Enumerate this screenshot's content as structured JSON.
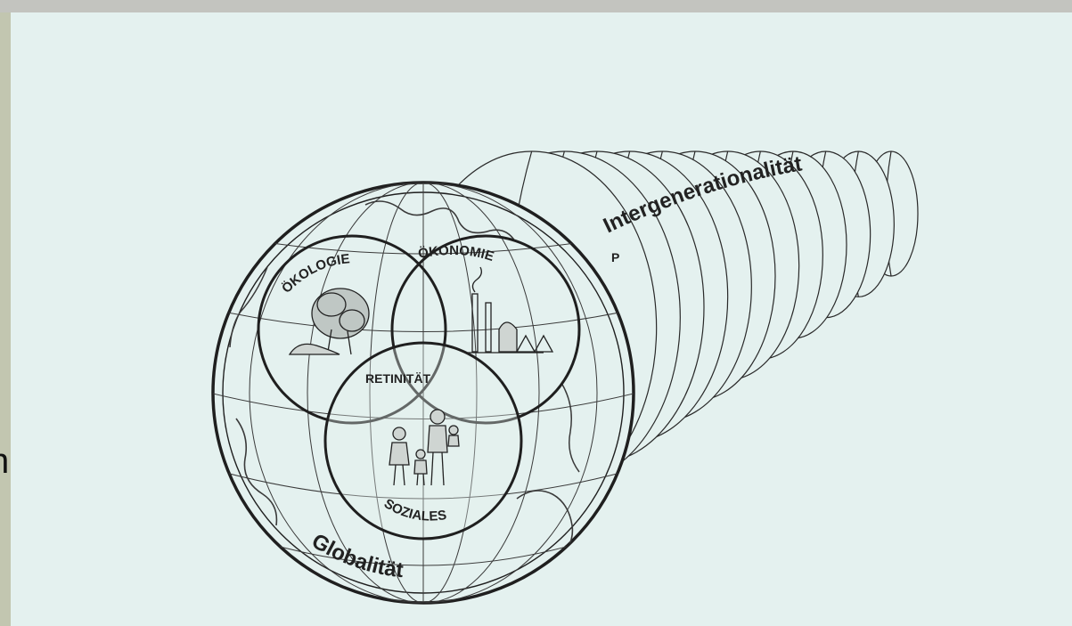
{
  "cut_letter": "n",
  "diagram": {
    "intergenerational_label": "Intergenerationalität",
    "globality_label": "Globalität",
    "ecology_label": "ÖKOLOGIE",
    "economy_label": "ÖKONOMIE",
    "social_label": "SOZIALES",
    "center_label": "RETINITÄT",
    "small_mark": "P"
  },
  "colors": {
    "panel_background": "#e4f1ef",
    "line_color": "#2a2a2a"
  }
}
